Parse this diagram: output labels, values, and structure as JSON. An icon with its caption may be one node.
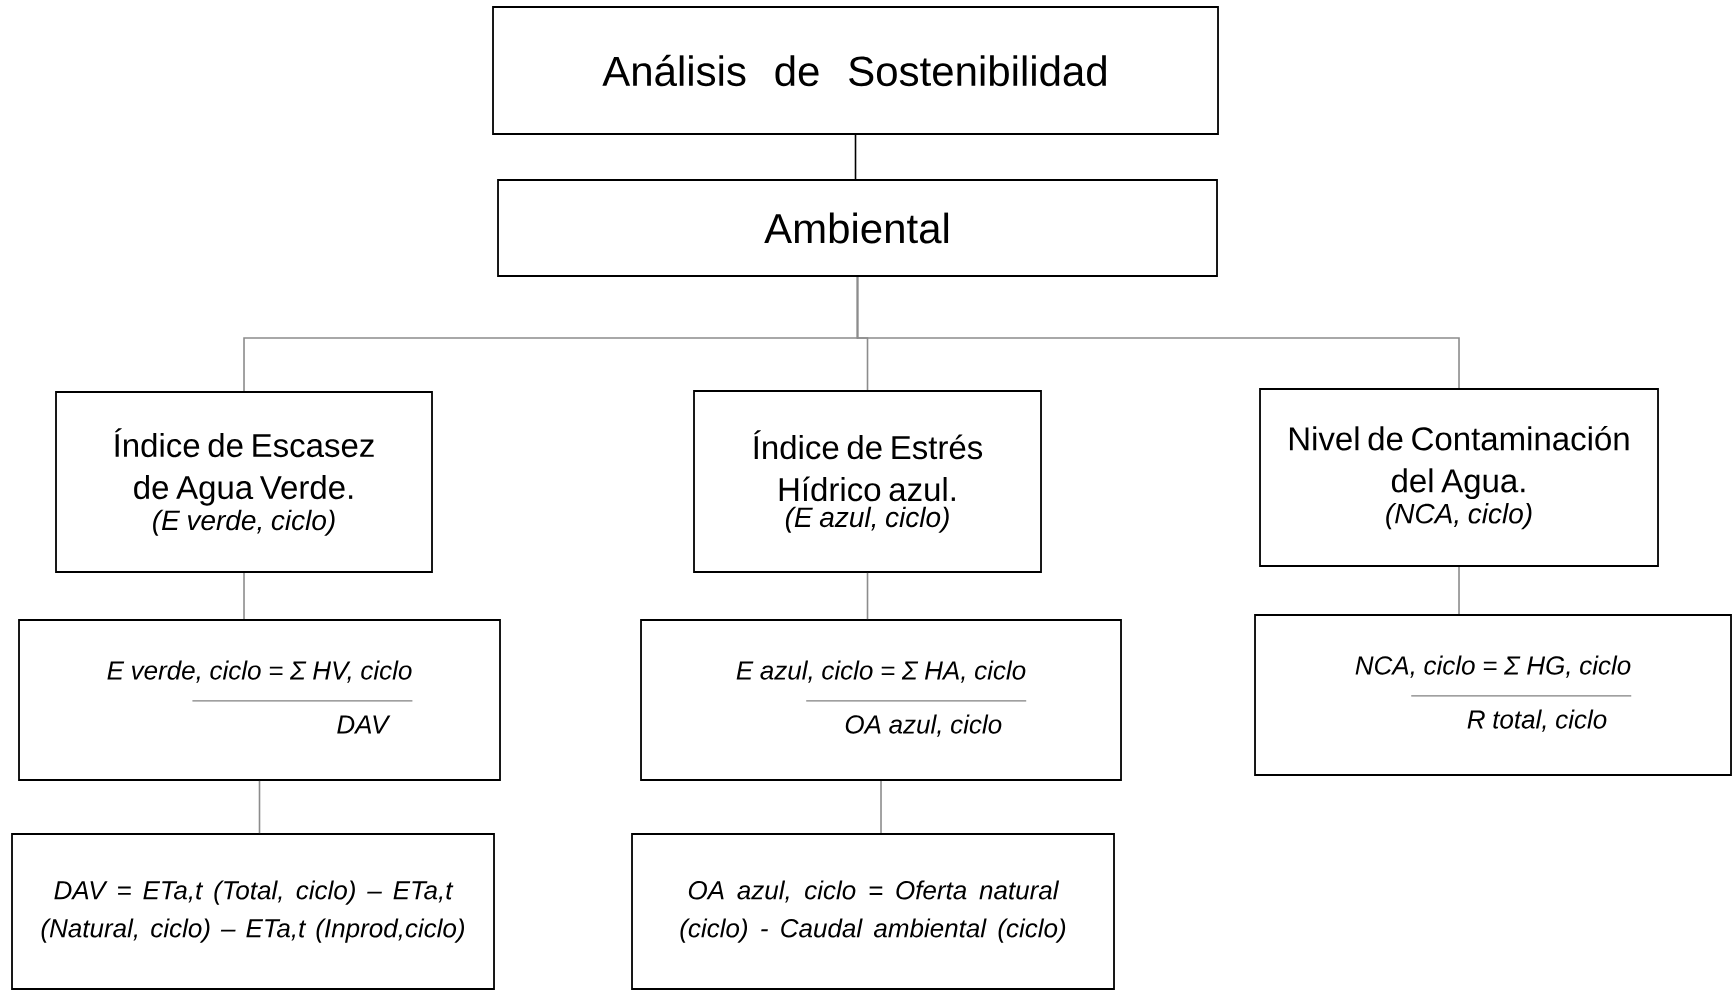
{
  "diagram": {
    "nodes": [
      {
        "text": [
          "Análisis de Sostenibilidad"
        ]
      },
      {
        "text": [
          "Ambiental"
        ]
      },
      {
        "text": [
          "Índice de Escasez de Agua Verde.",
          "(E verde, ciclo)"
        ]
      },
      {
        "text": [
          "Índice de Estrés Hídrico azul.",
          "(E azul, ciclo)"
        ]
      },
      {
        "text": [
          "Nivel de Contaminación del Agua.",
          "(NCA, ciclo)"
        ]
      },
      {
        "text": [
          "E verde, ciclo = Σ HV, ciclo",
          "DAV"
        ]
      },
      {
        "text": [
          "E azul, ciclo = Σ HA, ciclo",
          "OA azul, ciclo"
        ]
      },
      {
        "text": [
          "NCA, ciclo = Σ HG, ciclo",
          "R total, ciclo"
        ]
      },
      {
        "text": [
          "DAV = ETa,t (Total, ciclo) – ETa,t (Natural, ciclo) – ETa,t (Inprod,ciclo)"
        ]
      },
      {
        "text": [
          "OA azul, ciclo = Oferta natural (ciclo) - Caudal ambiental (ciclo)"
        ]
      }
    ],
    "edges": [
      {
        "from": 0,
        "to": 1,
        "arrow": "none",
        "color": "#000000"
      },
      {
        "from": 1,
        "to": 2,
        "arrow": "none"
      },
      {
        "from": 1,
        "to": 3,
        "arrow": "none"
      },
      {
        "from": 1,
        "to": 4,
        "arrow": "none"
      },
      {
        "from": 2,
        "to": 5,
        "arrow": "none"
      },
      {
        "from": 3,
        "to": 6,
        "arrow": "none"
      },
      {
        "from": 4,
        "to": 7,
        "arrow": "none"
      },
      {
        "from": 5,
        "to": 8,
        "arrow": "none"
      },
      {
        "from": 6,
        "to": 9,
        "arrow": "none"
      }
    ]
  }
}
